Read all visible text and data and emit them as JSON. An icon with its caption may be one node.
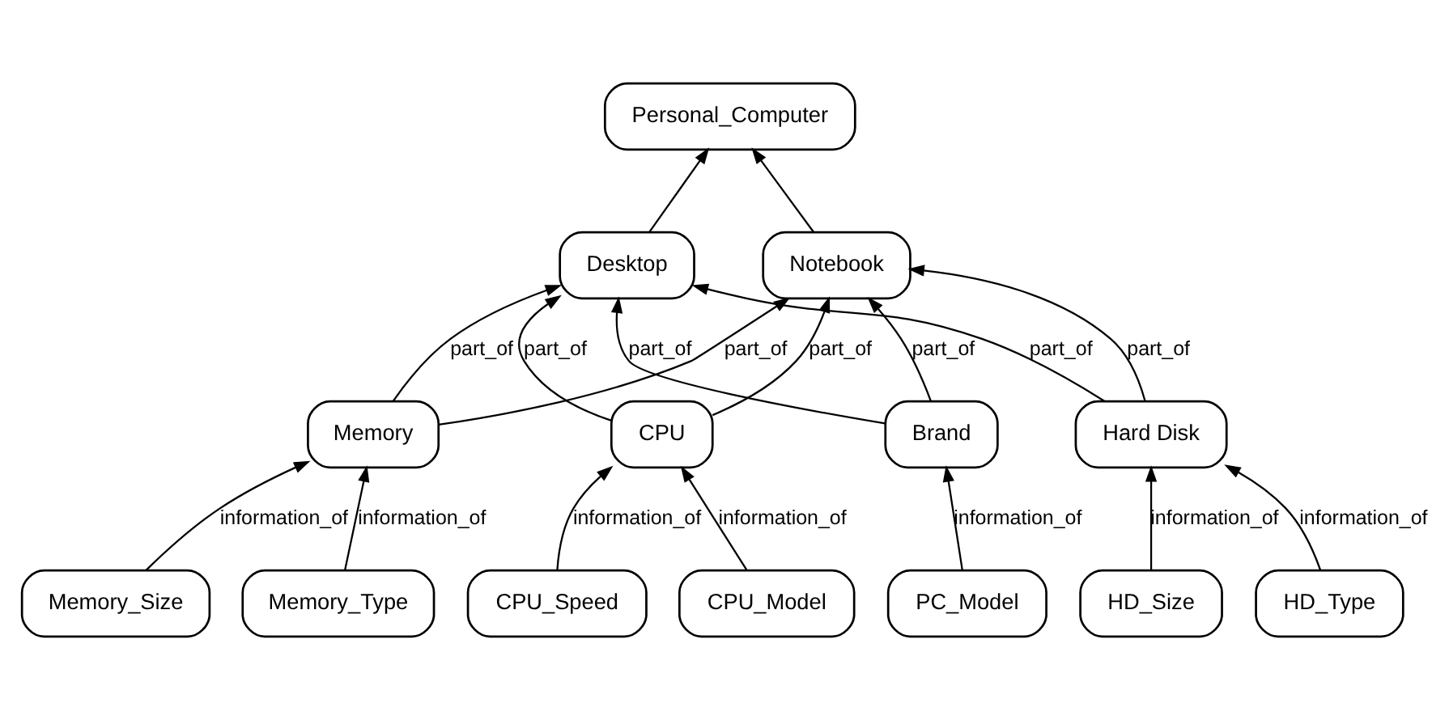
{
  "diagram": {
    "nodes": [
      {
        "text": [
          "Personal_Computer"
        ]
      },
      {
        "text": [
          "Desktop"
        ]
      },
      {
        "text": [
          "Notebook"
        ]
      },
      {
        "text": [
          "Brand"
        ]
      },
      {
        "text": [
          "CPU"
        ]
      },
      {
        "text": [
          "Memory"
        ]
      },
      {
        "text": [
          "Hard Disk"
        ]
      },
      {
        "text": [
          "PC_Model"
        ]
      },
      {
        "text": [
          "CPU_Model"
        ]
      },
      {
        "text": [
          "CPU_Speed"
        ]
      },
      {
        "text": [
          "Memory_Type"
        ]
      },
      {
        "text": [
          "Memory_Size"
        ]
      },
      {
        "text": [
          "HD_Type"
        ]
      },
      {
        "text": [
          "HD_Size"
        ]
      }
    ],
    "edges": [
      {
        "from": 1,
        "to": 0,
        "arrow": "to"
      },
      {
        "from": 2,
        "to": 0,
        "arrow": "to"
      },
      {
        "from": 3,
        "to": 1,
        "arrow": "to",
        "label": "part_of"
      },
      {
        "from": 3,
        "to": 2,
        "arrow": "to",
        "label": "part_of"
      },
      {
        "from": 4,
        "to": 1,
        "arrow": "to",
        "label": "part_of"
      },
      {
        "from": 4,
        "to": 2,
        "arrow": "to",
        "label": "part_of"
      },
      {
        "from": 5,
        "to": 1,
        "arrow": "to",
        "label": "part_of"
      },
      {
        "from": 5,
        "to": 2,
        "arrow": "to",
        "label": "part_of"
      },
      {
        "from": 6,
        "to": 1,
        "arrow": "to",
        "label": "part_of"
      },
      {
        "from": 6,
        "to": 2,
        "arrow": "to",
        "label": "part_of"
      },
      {
        "from": 7,
        "to": 3,
        "arrow": "to",
        "label": "information_of"
      },
      {
        "from": 8,
        "to": 4,
        "arrow": "to",
        "label": "information_of"
      },
      {
        "from": 9,
        "to": 4,
        "arrow": "to",
        "label": "information_of"
      },
      {
        "from": 10,
        "to": 5,
        "arrow": "to",
        "label": "information_of"
      },
      {
        "from": 11,
        "to": 5,
        "arrow": "to",
        "label": "information_of"
      },
      {
        "from": 12,
        "to": 6,
        "arrow": "to",
        "label": "information_of"
      },
      {
        "from": 13,
        "to": 6,
        "arrow": "to",
        "label": "information_of"
      }
    ]
  }
}
